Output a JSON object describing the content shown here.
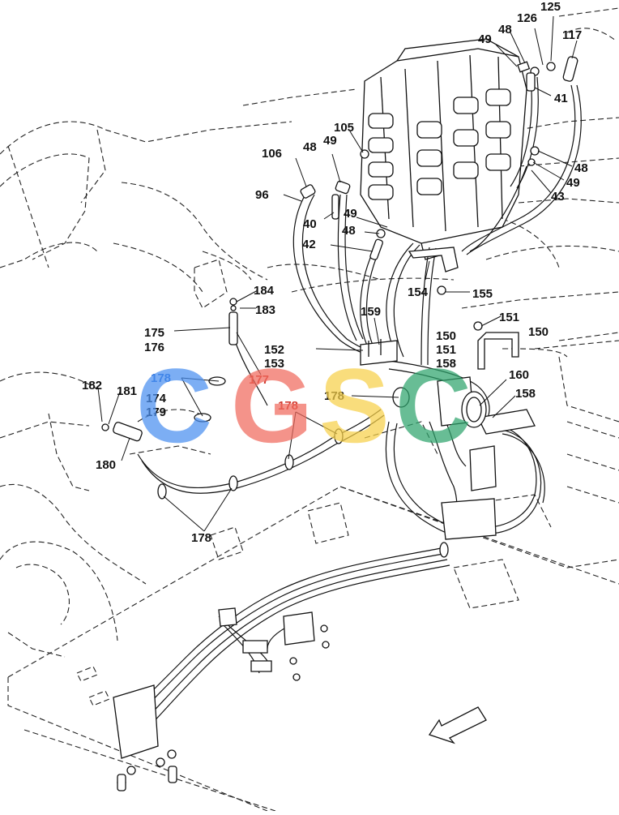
{
  "watermark": {
    "letters": [
      "C",
      "G",
      "S",
      "C"
    ],
    "colors": [
      "#4a8ff0",
      "#f06a5e",
      "#f7d04a",
      "#2fa56d"
    ]
  },
  "colors": {
    "line": "#111111",
    "highlight_red": "#d23c32",
    "highlight_blue": "#2d6fd8"
  },
  "labels": [
    {
      "id": "125",
      "text": "125"
    },
    {
      "id": "126",
      "text": "126"
    },
    {
      "id": "48a",
      "text": "48"
    },
    {
      "id": "49a",
      "text": "49"
    },
    {
      "id": "117",
      "text": "117"
    },
    {
      "id": "41",
      "text": "41"
    },
    {
      "id": "105",
      "text": "105"
    },
    {
      "id": "48b",
      "text": "48"
    },
    {
      "id": "49b",
      "text": "49"
    },
    {
      "id": "106",
      "text": "106"
    },
    {
      "id": "96",
      "text": "96"
    },
    {
      "id": "40",
      "text": "40"
    },
    {
      "id": "49c",
      "text": "49"
    },
    {
      "id": "48c",
      "text": "48"
    },
    {
      "id": "42",
      "text": "42"
    },
    {
      "id": "48d",
      "text": "48"
    },
    {
      "id": "49d",
      "text": "49"
    },
    {
      "id": "43",
      "text": "43"
    },
    {
      "id": "154",
      "text": "154"
    },
    {
      "id": "155",
      "text": "155"
    },
    {
      "id": "184",
      "text": "184"
    },
    {
      "id": "183",
      "text": "183"
    },
    {
      "id": "175",
      "text": "175"
    },
    {
      "id": "176",
      "text": "176"
    },
    {
      "id": "159",
      "text": "159"
    },
    {
      "id": "151a",
      "text": "151"
    },
    {
      "id": "150a",
      "text": "150"
    },
    {
      "id": "150b",
      "text": "150"
    },
    {
      "id": "151b",
      "text": "151"
    },
    {
      "id": "158a",
      "text": "158"
    },
    {
      "id": "152",
      "text": "152"
    },
    {
      "id": "153",
      "text": "153"
    },
    {
      "id": "177",
      "text": "177"
    },
    {
      "id": "178a",
      "text": "178"
    },
    {
      "id": "182",
      "text": "182"
    },
    {
      "id": "181",
      "text": "181"
    },
    {
      "id": "174",
      "text": "174"
    },
    {
      "id": "179",
      "text": "179"
    },
    {
      "id": "180",
      "text": "180"
    },
    {
      "id": "178b",
      "text": "178"
    },
    {
      "id": "178c",
      "text": "178"
    },
    {
      "id": "160",
      "text": "160"
    },
    {
      "id": "158b",
      "text": "158"
    },
    {
      "id": "178d",
      "text": "178"
    }
  ]
}
